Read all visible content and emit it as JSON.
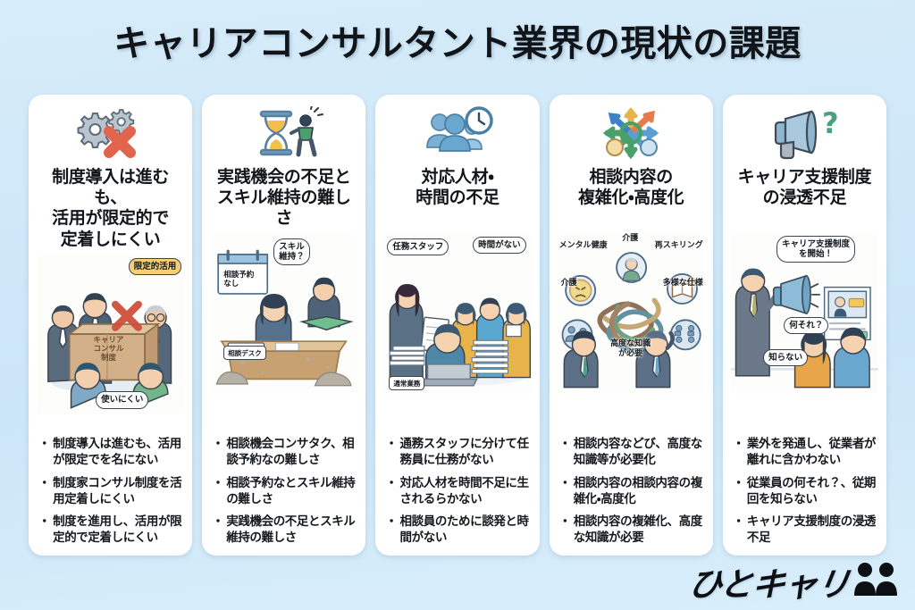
{
  "page": {
    "title": "キャリアコンサルタント業界の現状の課題",
    "background_color": "#cfe8f8",
    "card_color": "#ffffff"
  },
  "logo": {
    "text": "ひとキャリ",
    "mark": "two-people-icon"
  },
  "cards": [
    {
      "icon": "gears-with-red-x-icon",
      "heading": "制度導入は進むも、\n活用が限定的で\n定着しにくい",
      "illustration": {
        "name": "businessmen-carrying-career-system-box",
        "box_label": "キャリア\nコンサル\n制度",
        "callouts": [
          {
            "text": "限定的活用",
            "style": "amber"
          },
          {
            "text": "使いにくい",
            "style": "white"
          }
        ]
      },
      "bullets": [
        "制度導入は進むも、活用が限定でを名にない",
        "制度家コンサル制度を活用定着しにくい",
        "制度を進用し、活用が限定的で定着しにくい"
      ]
    },
    {
      "icon": "hourglass-with-person-pushing-icon",
      "heading": "実践機会の不足と\nスキル維持の難しさ",
      "illustration": {
        "name": "empty-consultation-desk-with-dust",
        "calendar_label": "相談予約\nなし",
        "desk_label": "相談デスク",
        "callouts": [
          {
            "text": "スキル\n維持？",
            "style": "white"
          }
        ]
      },
      "bullets": [
        "相談機会コンサタク、相談予約なの難しさ",
        "相談予約なとスキル維持の難しさ",
        "実践機会の不足とスキル維持の難しさ"
      ]
    },
    {
      "icon": "people-with-clock-icon",
      "heading": "対応人材・\n時間の不足",
      "illustration": {
        "name": "overworked-staff-with-paper-stacks",
        "desk_label": "通常業務",
        "callouts": [
          {
            "text": "任務スタッフ",
            "style": "white"
          },
          {
            "text": "時間がない",
            "style": "white"
          }
        ]
      },
      "bullets": [
        "通務スタッフに分けて任務員に仕務がない",
        "対応人材を時間不足に生されるらかない",
        "相談員のために談発と時間がない"
      ]
    },
    {
      "icon": "multi-direction-arrows-icon",
      "heading": "相談内容の\n複雑化・高度化",
      "illustration": {
        "name": "tangled-threads-with-topic-bubbles",
        "topic_labels": [
          "メンタル健康",
          "介護",
          "再スキリング",
          "介護",
          "多様な仕様"
        ],
        "callouts": [
          {
            "text": "高度な知識\nが必要",
            "style": "plain"
          }
        ]
      },
      "bullets": [
        "相談内容などび、高度な知識等が必要化",
        "相談内容の相談内容の複雑化・高度化",
        "相談内容の複雑化、高度な知識が必要"
      ]
    },
    {
      "icon": "megaphone-with-question-mark-icon",
      "heading": "キャリア支援制度\nの浸透不足",
      "illustration": {
        "name": "manager-announcing-to-unaware-employees",
        "callouts": [
          {
            "text": "キャリア支援制度\nを開始！",
            "style": "white"
          },
          {
            "text": "何それ？",
            "style": "white"
          },
          {
            "text": "知らない",
            "style": "white"
          }
        ]
      },
      "bullets": [
        "業外を発通し、従業者が離れに含かわない",
        "従業員の何それ？、従期回を知らない",
        "キャリア支援制度の浸透不足"
      ]
    }
  ]
}
